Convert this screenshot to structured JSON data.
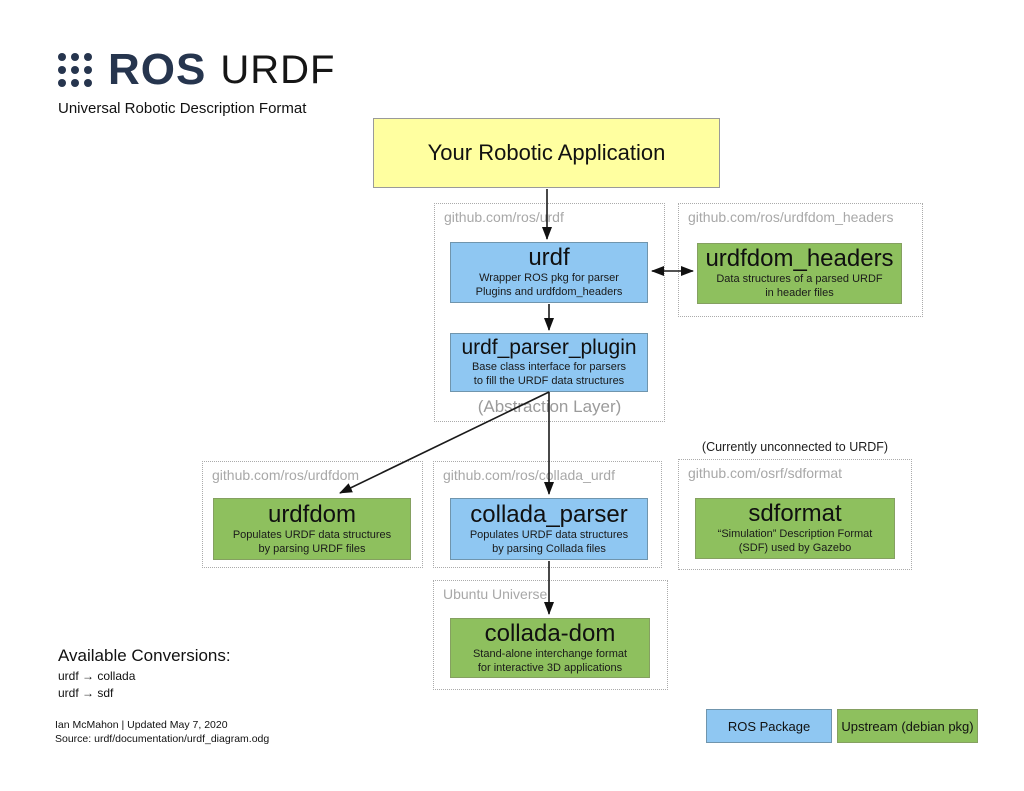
{
  "header": {
    "logo_text": "ROS",
    "title": "URDF",
    "subtitle": "Universal Robotic Description Format"
  },
  "app_box": {
    "label": "Your Robotic Application"
  },
  "groups": {
    "urdf_repo": {
      "label": "github.com/ros/urdf"
    },
    "urdfdom_headers_repo": {
      "label": "github.com/ros/urdfdom_headers"
    },
    "urdfdom_repo": {
      "label": "github.com/ros/urdfdom"
    },
    "collada_urdf_repo": {
      "label": "github.com/ros/collada_urdf"
    },
    "sdformat_repo": {
      "label": "github.com/osrf/sdformat"
    },
    "ubuntu_universe": {
      "label": "Ubuntu Universe"
    }
  },
  "packages": {
    "urdf": {
      "title": "urdf",
      "desc": "Wrapper ROS pkg for parser\nPlugins and urdfdom_headers",
      "type": "ROS Package"
    },
    "urdfdom_headers": {
      "title": "urdfdom_headers",
      "desc": "Data structures of a parsed URDF\nin header files",
      "type": "Upstream (debian pkg)"
    },
    "urdf_parser_plugin": {
      "title": "urdf_parser_plugin",
      "desc": "Base class interface for parsers\nto fill the URDF data structures",
      "type": "ROS Package"
    },
    "urdfdom": {
      "title": "urdfdom",
      "desc": "Populates URDF data structures\nby parsing URDF files",
      "type": "Upstream (debian pkg)"
    },
    "collada_parser": {
      "title": "collada_parser",
      "desc": "Populates URDF data structures\nby parsing Collada files",
      "type": "ROS Package"
    },
    "sdformat": {
      "title": "sdformat",
      "desc": "“Simulation” Description Format\n(SDF) used by Gazebo",
      "type": "Upstream (debian pkg)"
    },
    "collada_dom": {
      "title": "collada-dom",
      "desc": "Stand-alone interchange format\nfor interactive 3D applications",
      "type": "Upstream (debian pkg)"
    }
  },
  "annotations": {
    "abstraction_layer": "(Abstraction Layer)",
    "unconnected": "(Currently unconnected to URDF)"
  },
  "conversions": {
    "heading": "Available Conversions:",
    "items": [
      "urdf  →  collada",
      "urdf  →  sdf"
    ]
  },
  "footer": {
    "line1": "Ian McMahon | Updated May 7, 2020",
    "line2": "Source: urdf/documentation/urdf_diagram.odg"
  },
  "legend": {
    "ros": "ROS Package",
    "upstream": "Upstream (debian pkg)"
  },
  "colors": {
    "ros_package_blue": "#8fc7f2",
    "upstream_green": "#8ec05e",
    "app_yellow": "#ffffa0",
    "ros_logo_navy": "#26354e"
  }
}
